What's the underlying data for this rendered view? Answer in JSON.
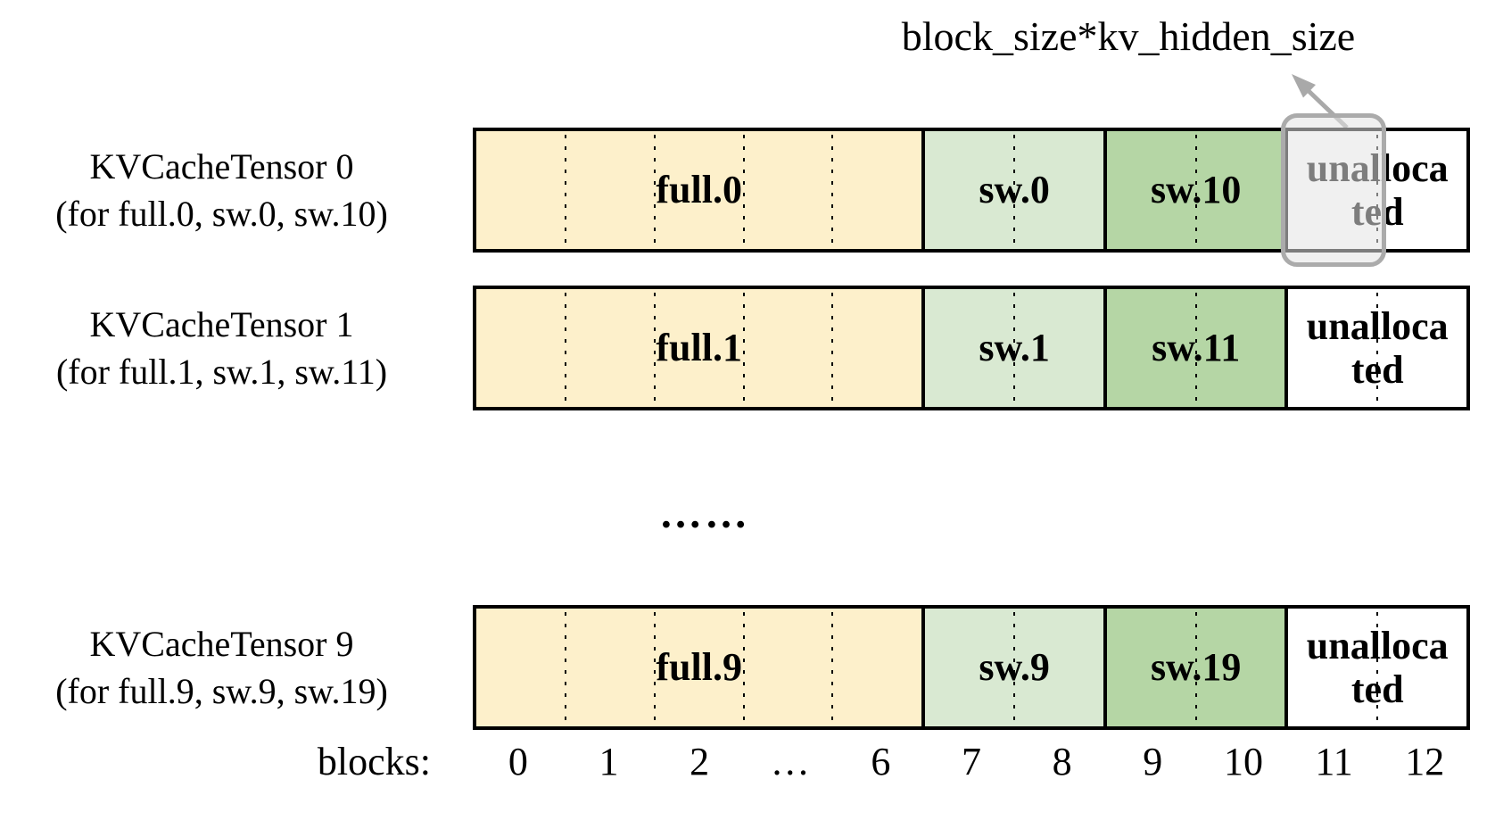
{
  "title": "block_size*kv_hidden_size",
  "colors": {
    "full_fill": "#FDF0CB",
    "sw_low_fill": "#D9E9D2",
    "sw_high_fill": "#B5D6A5",
    "unallocated_fill": "#FFFFFF",
    "border": "#000000",
    "highlight_border": "#ABABAB",
    "arrow": "#A9A9A9"
  },
  "rows": [
    {
      "title": "KVCacheTensor 0",
      "subtitle": "(for full.0, sw.0, sw.10)",
      "segments": [
        {
          "label": "full.0"
        },
        {
          "label": "sw.0"
        },
        {
          "label": "sw.10"
        },
        {
          "line1": "unalloca",
          "line2": "ted"
        }
      ]
    },
    {
      "title": "KVCacheTensor 1",
      "subtitle": "(for full.1, sw.1, sw.11)",
      "segments": [
        {
          "label": "full.1"
        },
        {
          "label": "sw.1"
        },
        {
          "label": "sw.11"
        },
        {
          "line1": "unalloca",
          "line2": "ted"
        }
      ]
    },
    {
      "title": "KVCacheTensor 9",
      "subtitle": "(for full.9, sw.9, sw.19)",
      "segments": [
        {
          "label": "full.9"
        },
        {
          "label": "sw.9"
        },
        {
          "label": "sw.19"
        },
        {
          "line1": "unalloca",
          "line2": "ted"
        }
      ]
    }
  ],
  "ellipsis": "……",
  "axis": {
    "label": "blocks:",
    "ticks": [
      "0",
      "1",
      "2",
      "…",
      "6",
      "7",
      "8",
      "9",
      "10",
      "11",
      "12"
    ]
  }
}
